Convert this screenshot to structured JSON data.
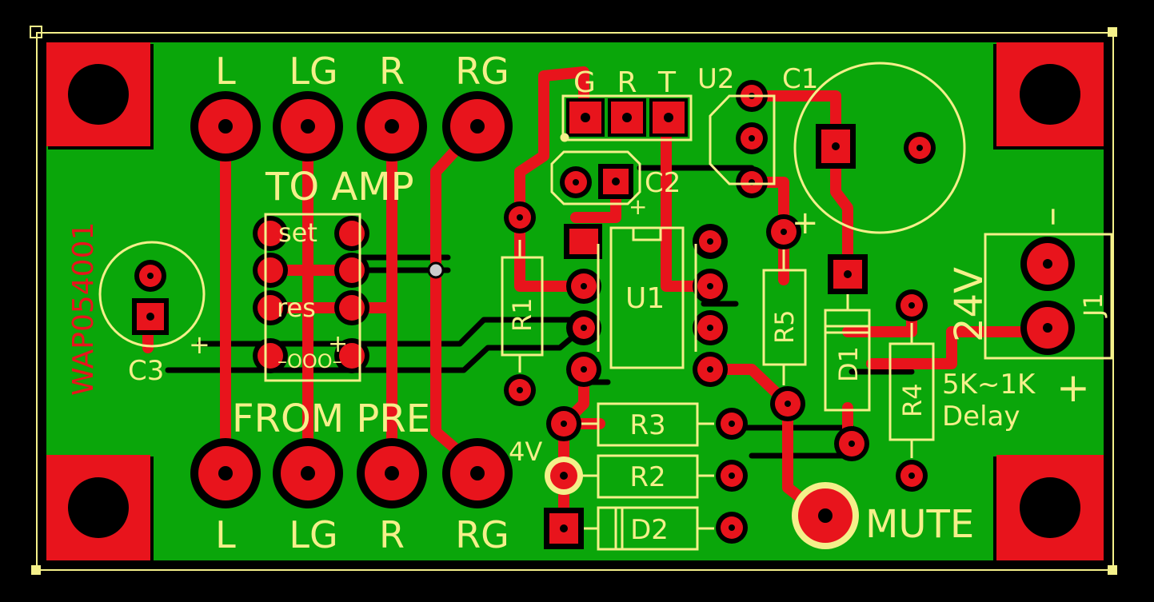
{
  "board": {
    "part_number": "WAP054001",
    "top_labels": [
      "L",
      "LG",
      "R",
      "RG"
    ],
    "bottom_labels": [
      "L",
      "LG",
      "R",
      "RG"
    ],
    "to_amp": "TO AMP",
    "from_pre": "FROM PRE",
    "set": "set",
    "res": "res",
    "plus": "+",
    "minus": "–",
    "coil": "–OOO–"
  },
  "refs": {
    "c1": "C1",
    "c2": "C2",
    "c3": "C3",
    "u1": "U1",
    "u2": "U2",
    "r1": "R1",
    "r2": "R2",
    "r3": "R3",
    "r4": "R4",
    "r5": "R5",
    "d1": "D1",
    "d2": "D2",
    "j1": "J1"
  },
  "connector_labels": [
    "G",
    "R",
    "T"
  ],
  "notes": {
    "v4": "4V",
    "v24": "24V",
    "res_value": "5K~1K",
    "delay": "Delay",
    "mute": "MUTE"
  },
  "colors": {
    "background": "#000000",
    "board": "#0aa60a",
    "copper": "#e8141c",
    "silkscreen": "#f4f08a",
    "outline": "#f4f08a"
  }
}
